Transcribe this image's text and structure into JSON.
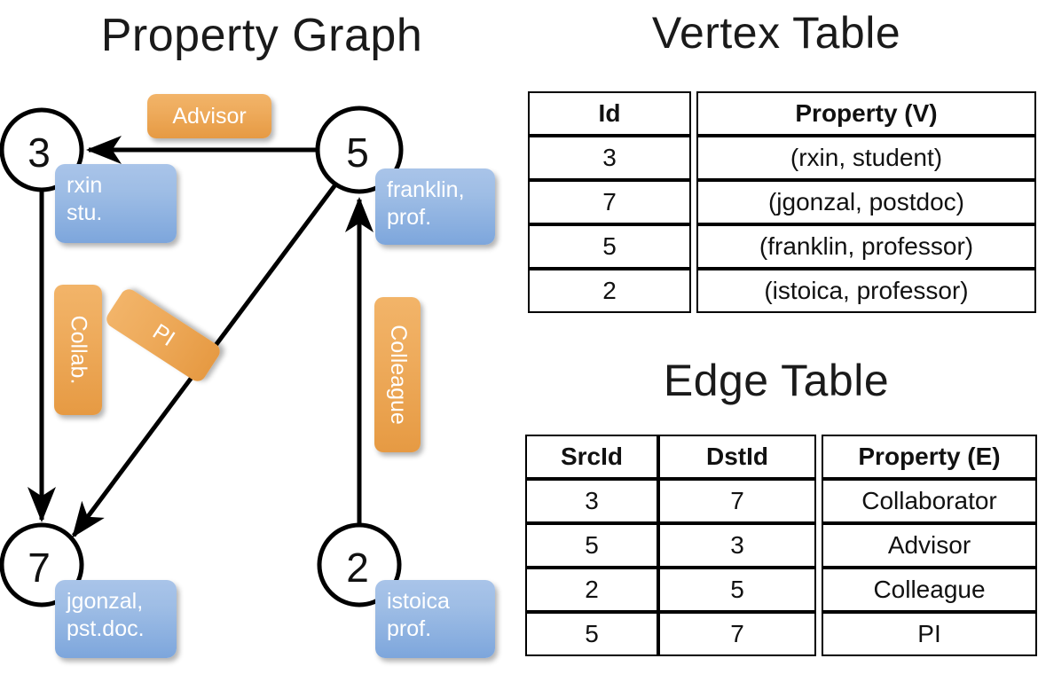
{
  "titles": {
    "graph": "Property Graph",
    "vertex_table": "Vertex Table",
    "edge_table": "Edge Table"
  },
  "graph": {
    "nodes": [
      {
        "id": "3",
        "label_line1": "rxin",
        "label_line2": "stu."
      },
      {
        "id": "5",
        "label_line1": "franklin,",
        "label_line2": "prof."
      },
      {
        "id": "7",
        "label_line1": "jgonzal,",
        "label_line2": "pst.doc."
      },
      {
        "id": "2",
        "label_line1": "istoica",
        "label_line2": "prof."
      }
    ],
    "edge_labels": [
      {
        "name": "advisor",
        "text": "Advisor"
      },
      {
        "name": "collab",
        "text": "Collab."
      },
      {
        "name": "pi",
        "text": "PI"
      },
      {
        "name": "colleague",
        "text": "Colleague"
      }
    ]
  },
  "vertex_table": {
    "headers": [
      "Id",
      "Property (V)"
    ],
    "rows": [
      {
        "id": "3",
        "property": "(rxin, student)"
      },
      {
        "id": "7",
        "property": "(jgonzal, postdoc)"
      },
      {
        "id": "5",
        "property": "(franklin, professor)"
      },
      {
        "id": "2",
        "property": "(istoica, professor)"
      }
    ]
  },
  "edge_table": {
    "headers": [
      "SrcId",
      "DstId",
      "Property (E)"
    ],
    "rows": [
      {
        "src": "3",
        "dst": "7",
        "property": "Collaborator"
      },
      {
        "src": "5",
        "dst": "3",
        "property": "Advisor"
      },
      {
        "src": "2",
        "dst": "5",
        "property": "Colleague"
      },
      {
        "src": "5",
        "dst": "7",
        "property": "PI"
      }
    ]
  },
  "colors": {
    "vertex_fill": "#ccd9ef",
    "edge_fill": "#f7ddc3",
    "node_box_blue": "#9ebde5",
    "edge_label_orange": "#eeab5c",
    "stroke": "#000000",
    "background": "#ffffff"
  }
}
